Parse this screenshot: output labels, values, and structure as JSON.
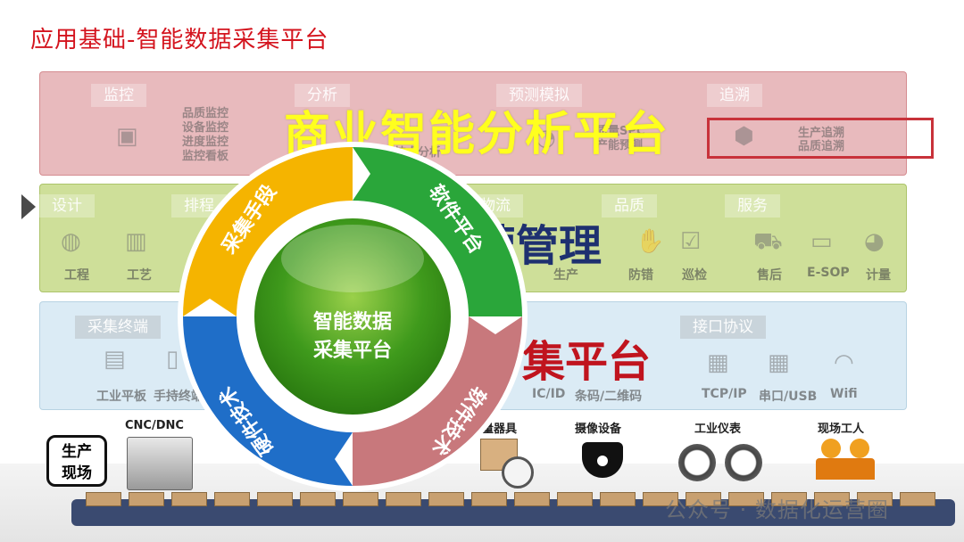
{
  "title": "应用基础-智能数据采集平台",
  "bi_layer": {
    "heading": "商业智能分析平台",
    "tabs": [
      "监控",
      "分析",
      "预测模拟",
      "追溯"
    ],
    "monitor_items": [
      "品质监控",
      "设备监控",
      "进度监控",
      "监控看板"
    ],
    "analysis_item": "技术分析",
    "predict_items": [
      "质量SPC",
      "产能预测"
    ],
    "trace_items": [
      "生产追溯",
      "品质追溯"
    ]
  },
  "ops_layer": {
    "heading": "营管理",
    "tabs": [
      "设计",
      "排程",
      "物流",
      "品质",
      "服务"
    ],
    "items": [
      "工程",
      "工艺",
      "生产",
      "防错",
      "巡检",
      "售后",
      "E-SOP",
      "计量"
    ]
  },
  "collect_layer": {
    "heading": "集平台",
    "tabs": [
      "采集终端",
      "接口协议"
    ],
    "items": [
      "工业平板",
      "手持终端",
      "IC/ID",
      "条码/二维码",
      "TCP/IP",
      "串口/USB",
      "Wifi"
    ]
  },
  "ring": {
    "center_line1": "智能数据",
    "center_line2": "采集平台",
    "seg_top_left": "采集手段",
    "seg_top_right": "软件平台",
    "seg_bottom_right": "软件技术",
    "seg_bottom_left": "硬件技术",
    "colors": {
      "yellow": "#f5b400",
      "green": "#2aa63a",
      "pink": "#c8787c",
      "blue": "#1f6ec8",
      "center": "#3f9a1c"
    }
  },
  "floor": {
    "site_label_1": "生产",
    "site_label_2": "现场",
    "devices": [
      "CNC/DNC",
      "量器具",
      "摄像设备",
      "工业仪表",
      "现场工人"
    ]
  },
  "watermark": "公众号 · 数据化运营圈"
}
